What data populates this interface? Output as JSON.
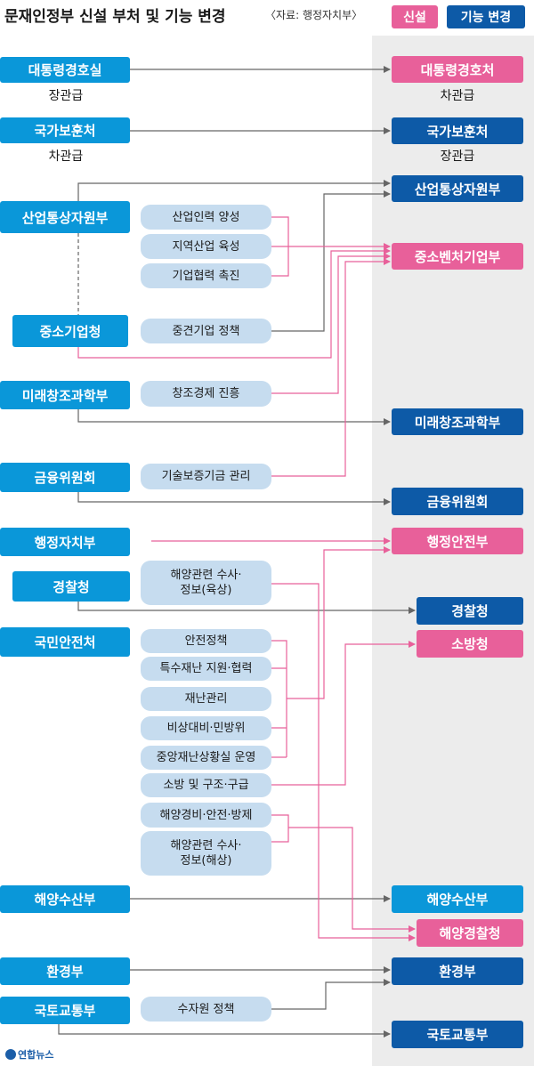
{
  "title": "문재인정부 신설 부처 및 기능 변경",
  "source": "〈자료: 행정자치부〉",
  "legend": {
    "new": "신설",
    "change": "기능 변경"
  },
  "credit": "연합뉴스",
  "colors": {
    "current": "#0a97d9",
    "changed": "#0d5aa7",
    "new": "#e8609a",
    "function": "#c6dcef",
    "blue_line": "#666666",
    "pink_line": "#e8609a",
    "panel": "#ececec"
  },
  "left_orgs": {
    "presidential_security_office": "대통령경호실",
    "veterans_office": "국가보훈처",
    "trade_ministry": "산업통상자원부",
    "sme_administration": "중소기업청",
    "science_ministry": "미래창조과학부",
    "financial_commission": "금융위원회",
    "interior_ministry": "행정자치부",
    "police_agency": "경찰청",
    "public_safety_ministry": "국민안전처",
    "oceans_ministry": "해양수산부",
    "environment_ministry": "환경부",
    "land_ministry": "국토교통부"
  },
  "ranks": {
    "security_before": "장관급",
    "veterans_before": "차관급",
    "security_after": "차관급",
    "veterans_after": "장관급"
  },
  "functions": {
    "industrial_workforce": "산업인력 양성",
    "regional_industry": "지역산업 육성",
    "corporate_cooperation": "기업협력 촉진",
    "midsize_policy": "중견기업 정책",
    "creative_economy": "창조경제 진흥",
    "credit_guarantee": "기술보증기금 관리",
    "maritime_investigation_land": "해양관련 수사·\n정보(육상)",
    "safety_policy": "안전정책",
    "special_disaster": "특수재난 지원·협력",
    "disaster_management": "재난관리",
    "emergency_civil_defense": "비상대비·민방위",
    "central_disaster_room": "중앙재난상황실 운영",
    "fire_rescue": "소방 및 구조·구급",
    "maritime_guard": "해양경비·안전·방제",
    "maritime_investigation_sea": "해양관련 수사·\n정보(해상)",
    "water_resources": "수자원 정책"
  },
  "right_orgs": {
    "presidential_security_service": "대통령경호처",
    "veterans_ministry": "국가보훈처",
    "trade_ministry": "산업통상자원부",
    "sme_ministry": "중소벤처기업부",
    "science_ministry": "미래창조과학부",
    "financial_commission": "금융위원회",
    "interior_safety_ministry": "행정안전부",
    "police_agency": "경찰청",
    "fire_agency": "소방청",
    "oceans_ministry": "해양수산부",
    "coast_guard": "해양경찰청",
    "environment_ministry": "환경부",
    "land_ministry": "국토교통부"
  }
}
